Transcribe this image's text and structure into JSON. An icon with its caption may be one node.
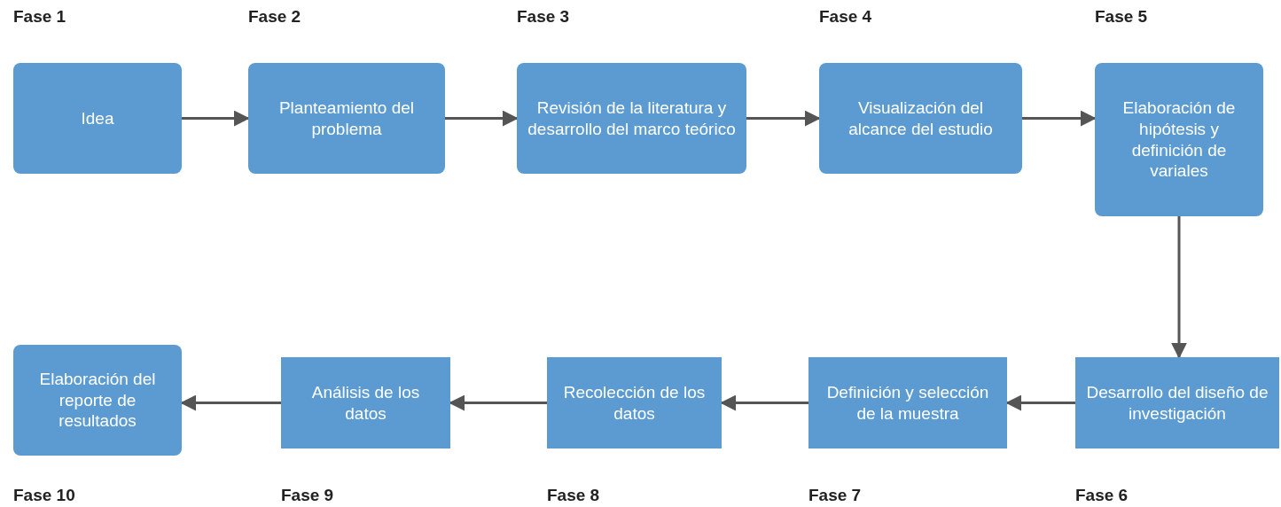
{
  "diagram": {
    "nodes": [
      {
        "text": [
          "Idea"
        ],
        "beside": [
          "Fase 1"
        ]
      },
      {
        "text": [
          "Planteamiento del problema"
        ],
        "beside": [
          "Fase 2"
        ]
      },
      {
        "text": [
          "Revisión de la literatura y desarrollo del marco teórico"
        ],
        "beside": [
          "Fase 3"
        ]
      },
      {
        "text": [
          "Visualización del alcance del estudio"
        ],
        "beside": [
          "Fase 4"
        ]
      },
      {
        "text": [
          "Elaboración de hipótesis y definición de variales"
        ],
        "beside": [
          "Fase 5"
        ]
      },
      {
        "text": [
          "Desarrollo del diseño de investigación"
        ],
        "beside": [
          "Fase 6"
        ]
      },
      {
        "text": [
          "Definición y selección de la muestra"
        ],
        "beside": [
          "Fase 7"
        ]
      },
      {
        "text": [
          "Recolección de los datos"
        ],
        "beside": [
          "Fase 8"
        ]
      },
      {
        "text": [
          "Análisis de los datos"
        ],
        "beside": [
          "Fase 9"
        ]
      },
      {
        "text": [
          "Elaboración del reporte de resultados"
        ],
        "beside": [
          "Fase 10"
        ]
      }
    ],
    "edges": [
      {
        "from": 0,
        "to": 1,
        "arrow": "to"
      },
      {
        "from": 1,
        "to": 2,
        "arrow": "to"
      },
      {
        "from": 2,
        "to": 3,
        "arrow": "to"
      },
      {
        "from": 3,
        "to": 4,
        "arrow": "to"
      },
      {
        "from": 4,
        "to": 5,
        "arrow": "to"
      },
      {
        "from": 5,
        "to": 6,
        "arrow": "to"
      },
      {
        "from": 6,
        "to": 7,
        "arrow": "to"
      },
      {
        "from": 7,
        "to": 8,
        "arrow": "to"
      },
      {
        "from": 8,
        "to": 9,
        "arrow": "to"
      }
    ]
  }
}
